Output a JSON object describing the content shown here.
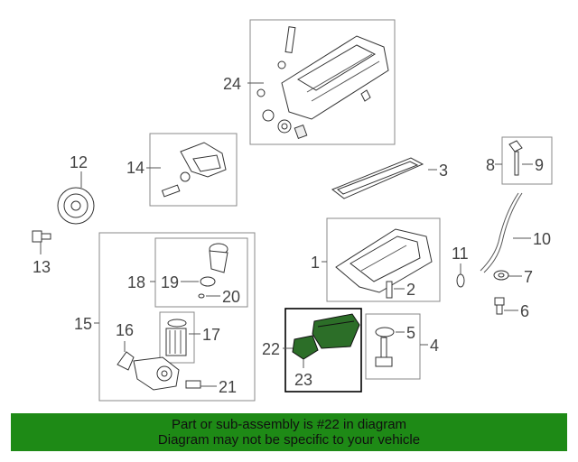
{
  "callouts": {
    "c1": "1",
    "c2": "2",
    "c3": "3",
    "c4": "4",
    "c5": "5",
    "c6": "6",
    "c7": "7",
    "c8": "8",
    "c9": "9",
    "c10": "10",
    "c11": "11",
    "c12": "12",
    "c13": "13",
    "c14": "14",
    "c15": "15",
    "c16": "16",
    "c17": "17",
    "c18": "18",
    "c19": "19",
    "c20": "20",
    "c21": "21",
    "c22": "22",
    "c23": "23",
    "c24": "24"
  },
  "highlighted_part": "22",
  "colors": {
    "banner": "#1e8a16",
    "highlight_part": "#2c6e28"
  },
  "footer": {
    "line1": "Part or sub-assembly is #22 in diagram",
    "line2": "Diagram may not be specific to your vehicle"
  }
}
